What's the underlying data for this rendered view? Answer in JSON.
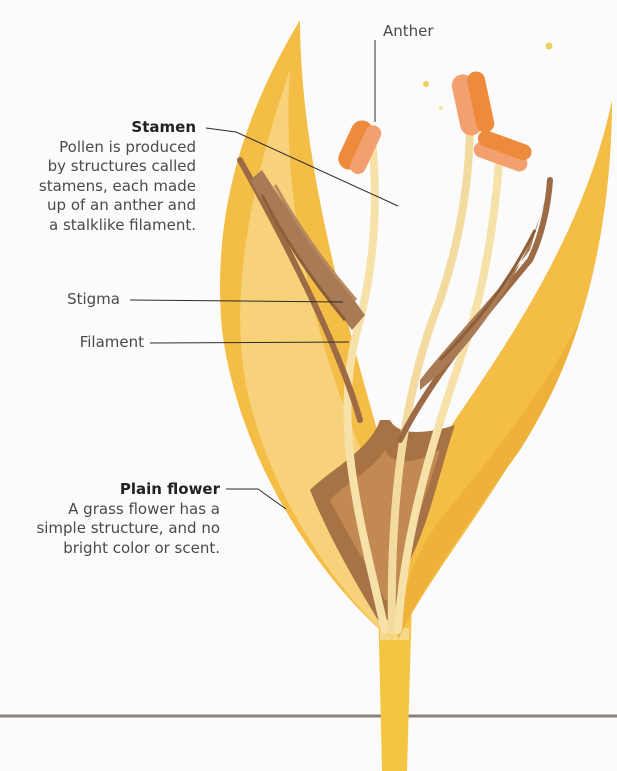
{
  "labels": {
    "anther": "Anther",
    "stamen": {
      "title": "Stamen",
      "description": "Pollen is produced\nby structures called\nstamens, each made\nup of an anther and\na stalklike filament."
    },
    "stigma": "Stigma",
    "filament": "Filament",
    "plain_flower": {
      "title": "Plain flower",
      "description": "A grass flower has a\nsimple structure, and no\nbright color or scent."
    }
  },
  "colors": {
    "background": "#fbfbfb",
    "outer_leaf": "#f2b83c",
    "outer_leaf_light": "#f7cf72",
    "inner_brown": "#b07a45",
    "stalk": "#f6e2a8",
    "anther_orange": "#ee8a3c",
    "anther_light": "#f3a06e",
    "stigma_brown": "#9c6a44",
    "ground_line": "#8a8077"
  }
}
